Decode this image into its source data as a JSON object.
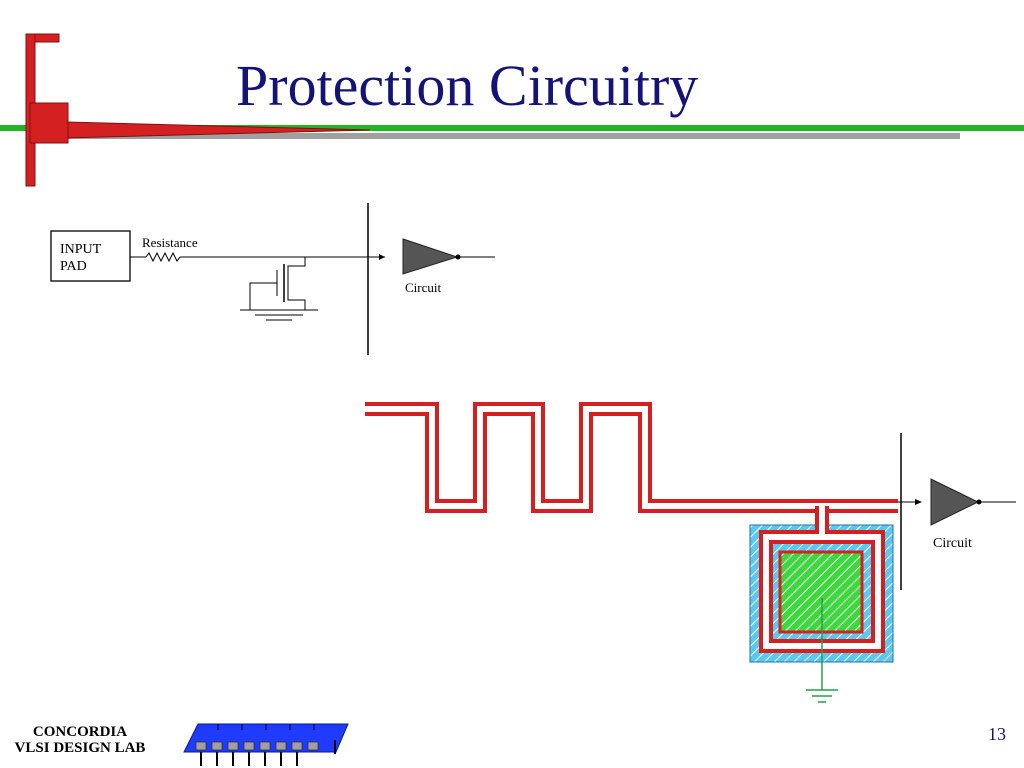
{
  "slide": {
    "title": "Protection Circuitry",
    "page_number": "13"
  },
  "schematic": {
    "pad_label_line1": "INPUT",
    "pad_label_line2": "PAD",
    "resistor_label": "Resistance",
    "buffer_label": "Circuit"
  },
  "layout_diagram": {
    "buffer_label": "Circuit"
  },
  "footer": {
    "org_line1": "CONCORDIA",
    "org_line2": "VLSI DESIGN LAB"
  },
  "colors": {
    "title": "#141478",
    "accent_red": "#d42020",
    "accent_green": "#22b422",
    "diffusion_blue": "#5bc8f0",
    "contact_green": "#3cd83c",
    "logo_blue": "#1f3bff"
  }
}
